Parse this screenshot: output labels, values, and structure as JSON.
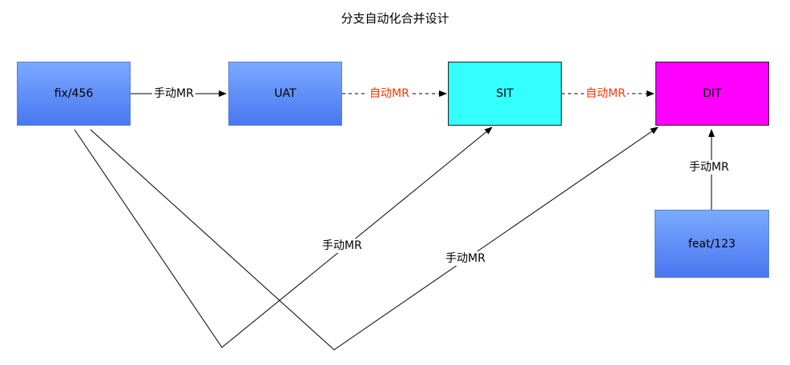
{
  "title": "分支自动化合并设计",
  "nodes": {
    "fix": "fix/456",
    "uat": "UAT",
    "sit": "SIT",
    "dit": "DIT",
    "feat": "feat/123"
  },
  "edge_labels": {
    "fix_uat": "手动MR",
    "uat_sit": "自动MR",
    "sit_dit": "自动MR",
    "feat_dit": "手动MR",
    "fix_sit": "手动MR",
    "fix_dit": "手动MR"
  },
  "colors": {
    "node_blue": "#4a76f0",
    "sit": "#33ffff",
    "dit": "#ff00ff",
    "auto_label": "#ff3300"
  }
}
